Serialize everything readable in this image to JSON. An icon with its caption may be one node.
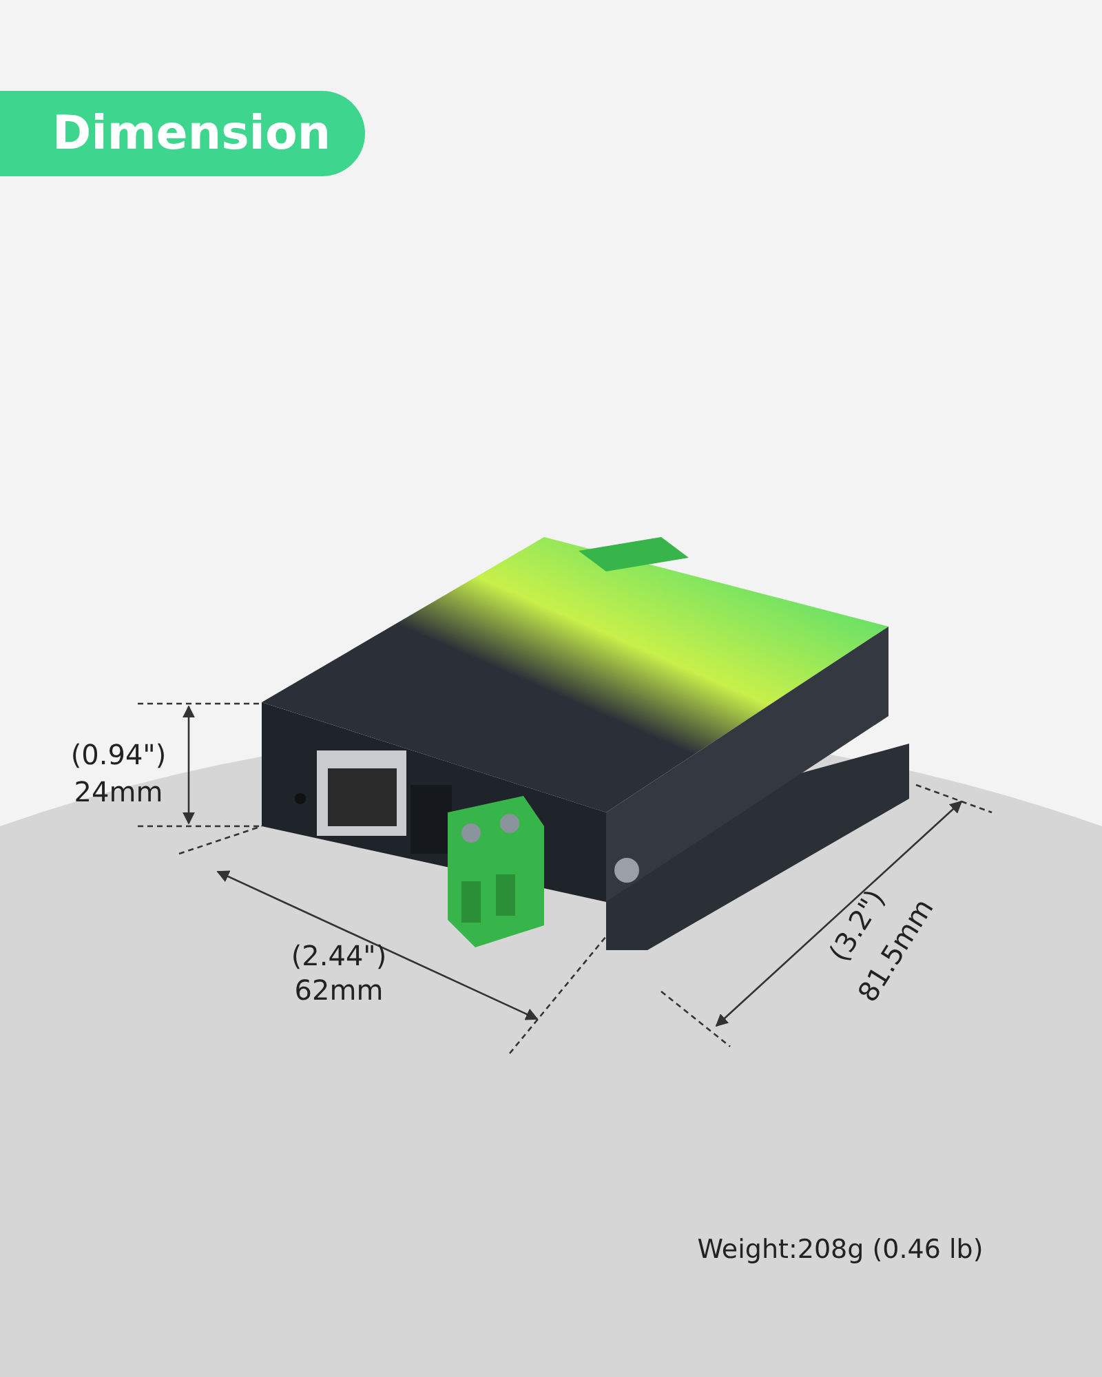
{
  "diagram": {
    "title": "Dimension",
    "labels": [
      "(0.94\")",
      "24mm",
      "(2.44\")",
      "62mm",
      "(3.2\")",
      "81.5mm",
      "Weight:208g (0.46 lb)"
    ]
  }
}
